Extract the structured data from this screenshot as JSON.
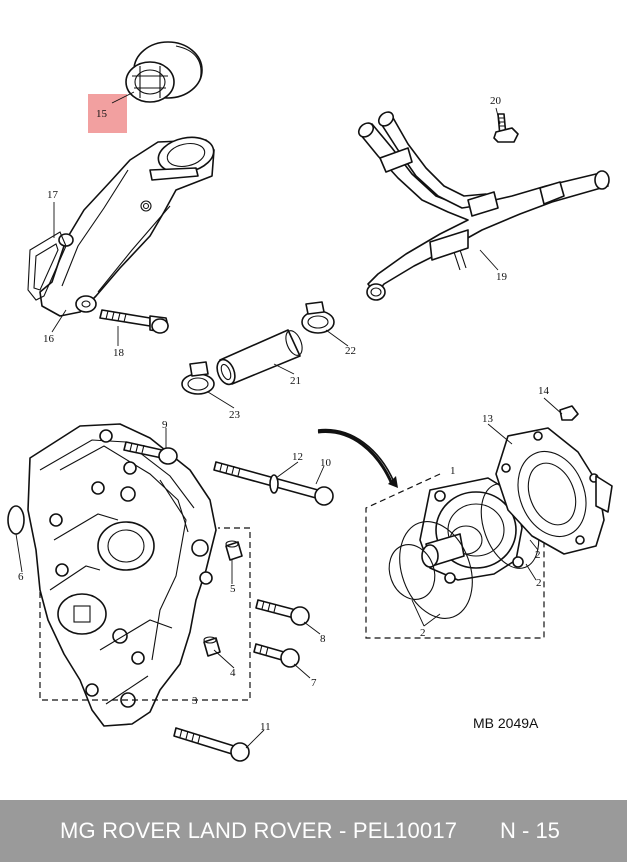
{
  "diagram": {
    "reference_code": "MB 2049A",
    "highlight_color": "#f2a0a0",
    "callouts": {
      "c1": "1",
      "c2a": "2",
      "c2b": "2",
      "c2c": "2",
      "c3": "3",
      "c4": "4",
      "c5": "5",
      "c6": "6",
      "c7": "7",
      "c8": "8",
      "c9": "9",
      "c10": "10",
      "c11": "11",
      "c12": "12",
      "c13": "13",
      "c14": "14",
      "c15": "15",
      "c16": "16",
      "c17": "17",
      "c18": "18",
      "c19": "19",
      "c20": "20",
      "c21": "21",
      "c22": "22",
      "c23": "23"
    }
  },
  "footer": {
    "title": "MG ROVER LAND ROVER - PEL10017",
    "page": "N - 15",
    "background": "#9a9a9a"
  }
}
